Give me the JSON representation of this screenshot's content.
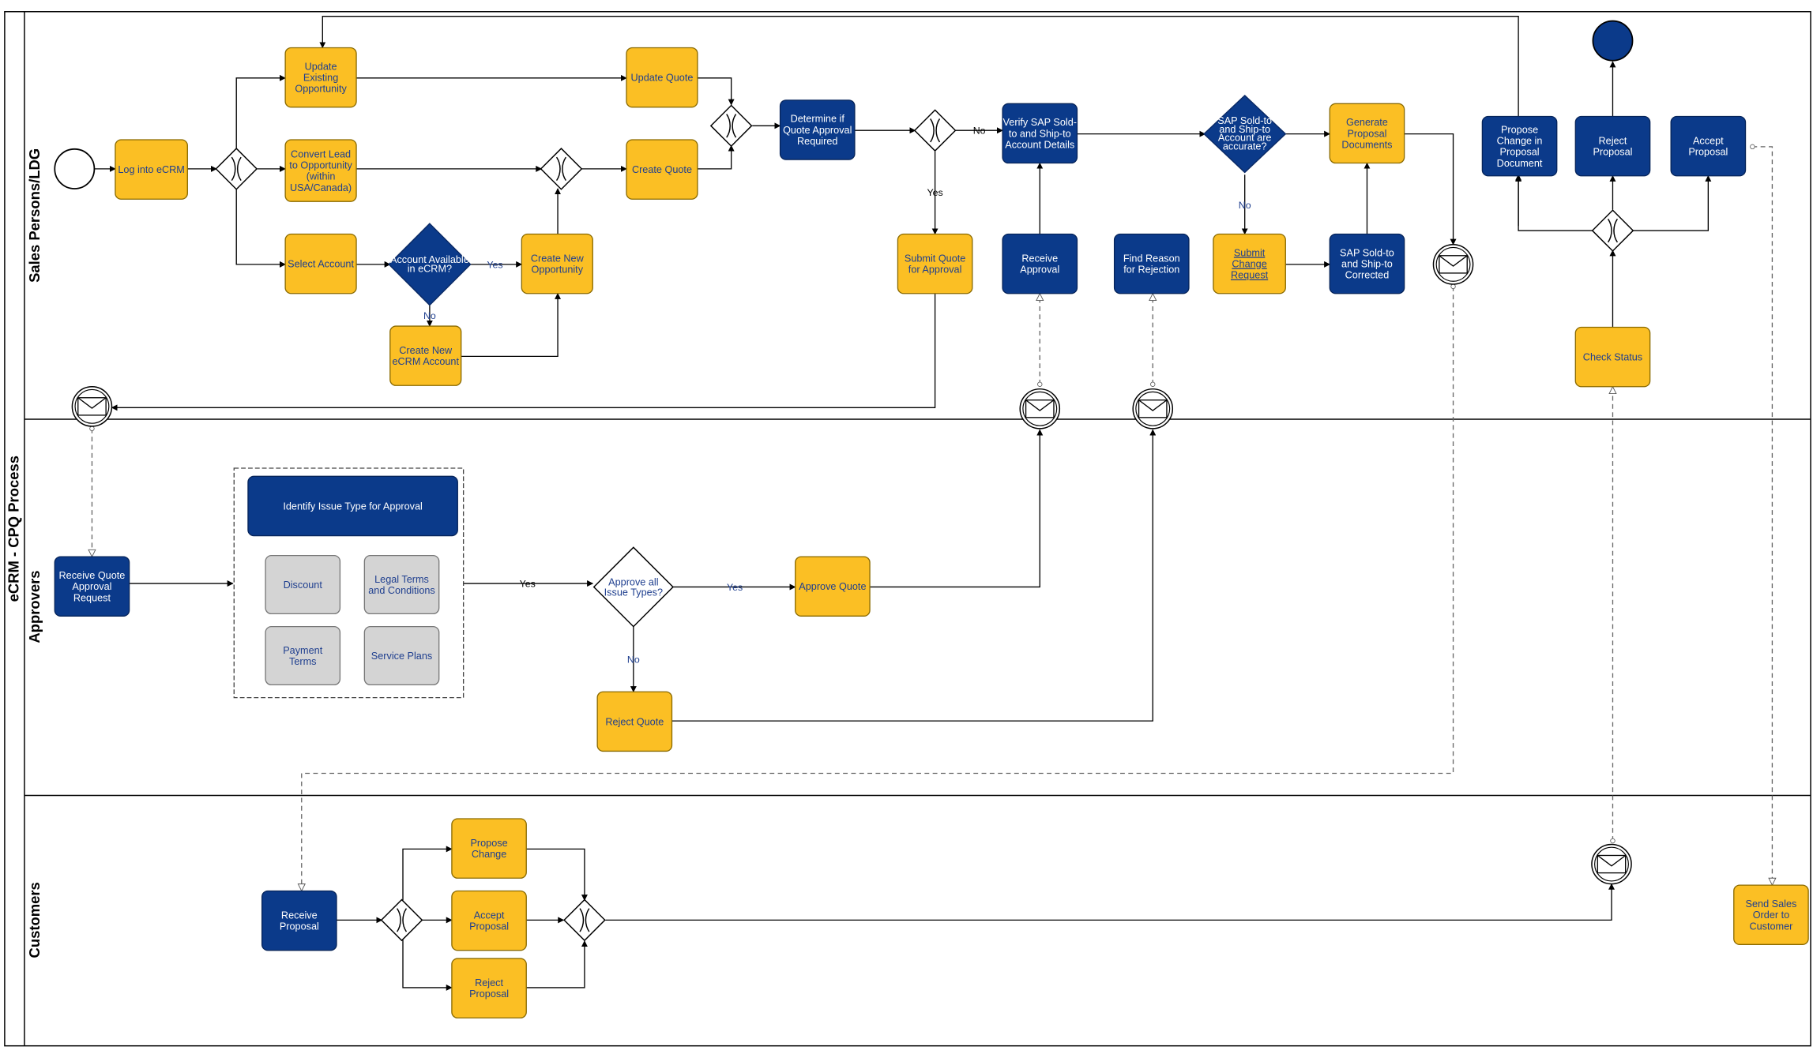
{
  "pool": {
    "label": "eCRM - CPQ Process"
  },
  "lanes": {
    "sales": "Sales Persons/LDG",
    "approvers": "Approvers",
    "customers": "Customers"
  },
  "nodes": {
    "log_into_ecrm": [
      "Log into eCRM"
    ],
    "update_existing_opportunity": [
      "Update",
      "Existing",
      "Opportunity"
    ],
    "convert_lead": [
      "Convert Lead",
      "to Opportunity",
      "(within",
      "USA/Canada)"
    ],
    "select_account": [
      "Select Account"
    ],
    "account_available": [
      "Account Available",
      "in eCRM?"
    ],
    "create_new_ecrm_account": [
      "Create New",
      "eCRM Account"
    ],
    "create_new_opportunity": [
      "Create New",
      "Opportunity"
    ],
    "update_quote": [
      "Update Quote"
    ],
    "create_quote": [
      "Create Quote"
    ],
    "determine_approval": [
      "Determine if",
      "Quote Approval",
      "Required"
    ],
    "submit_quote": [
      "Submit Quote",
      "for Approval"
    ],
    "verify_sap": [
      "Verify SAP Sold-",
      "to and Ship-to",
      "Account Details"
    ],
    "receive_approval": [
      "Receive",
      "Approval"
    ],
    "find_reason": [
      "Find Reason",
      "for Rejection"
    ],
    "sap_accurate": [
      "SAP Sold-to",
      "and Ship-to",
      "Account are",
      "accurate?"
    ],
    "submit_change_request": [
      "Submit",
      "Change",
      "Request"
    ],
    "sap_corrected": [
      "SAP Sold-to",
      "and Ship-to",
      "Corrected"
    ],
    "generate_proposal": [
      "Generate",
      "Proposal",
      "Documents"
    ],
    "propose_change_doc": [
      "Propose",
      "Change in",
      "Proposal",
      "Document"
    ],
    "reject_proposal_sales": [
      "Reject",
      "Proposal"
    ],
    "accept_proposal_sales": [
      "Accept",
      "Proposal"
    ],
    "check_status": [
      "Check Status"
    ],
    "receive_quote_approval_request": [
      "Receive Quote",
      "Approval",
      "Request"
    ],
    "identify_issue_type": [
      "Identify Issue Type for Approval"
    ],
    "discount": [
      "Discount"
    ],
    "legal_terms": [
      "Legal Terms",
      "and Conditions"
    ],
    "payment_terms": [
      "Payment",
      "Terms"
    ],
    "service_plans": [
      "Service Plans"
    ],
    "approve_all": [
      "Approve all",
      "Issue Types?"
    ],
    "approve_quote": [
      "Approve Quote"
    ],
    "reject_quote": [
      "Reject Quote"
    ],
    "receive_proposal": [
      "Receive",
      "Proposal"
    ],
    "propose_change": [
      "Propose",
      "Change"
    ],
    "accept_proposal_cust": [
      "Accept",
      "Proposal"
    ],
    "reject_proposal_cust": [
      "Reject",
      "Proposal"
    ],
    "send_sales_order": [
      "Send Sales",
      "Order to",
      "Customer"
    ]
  },
  "edge_labels": {
    "yes_account": "Yes",
    "no_account": "No",
    "no_approval": "No",
    "yes_approval": "Yes",
    "no_sap": "No",
    "yes_identify": "Yes",
    "yes_approve_all": "Yes",
    "no_approve_all": "No"
  },
  "colors": {
    "task_yellow": "#fbbf24",
    "task_blue": "#0b3a8a",
    "task_gray": "#d4d4d4",
    "stroke_dark": "#555555"
  }
}
